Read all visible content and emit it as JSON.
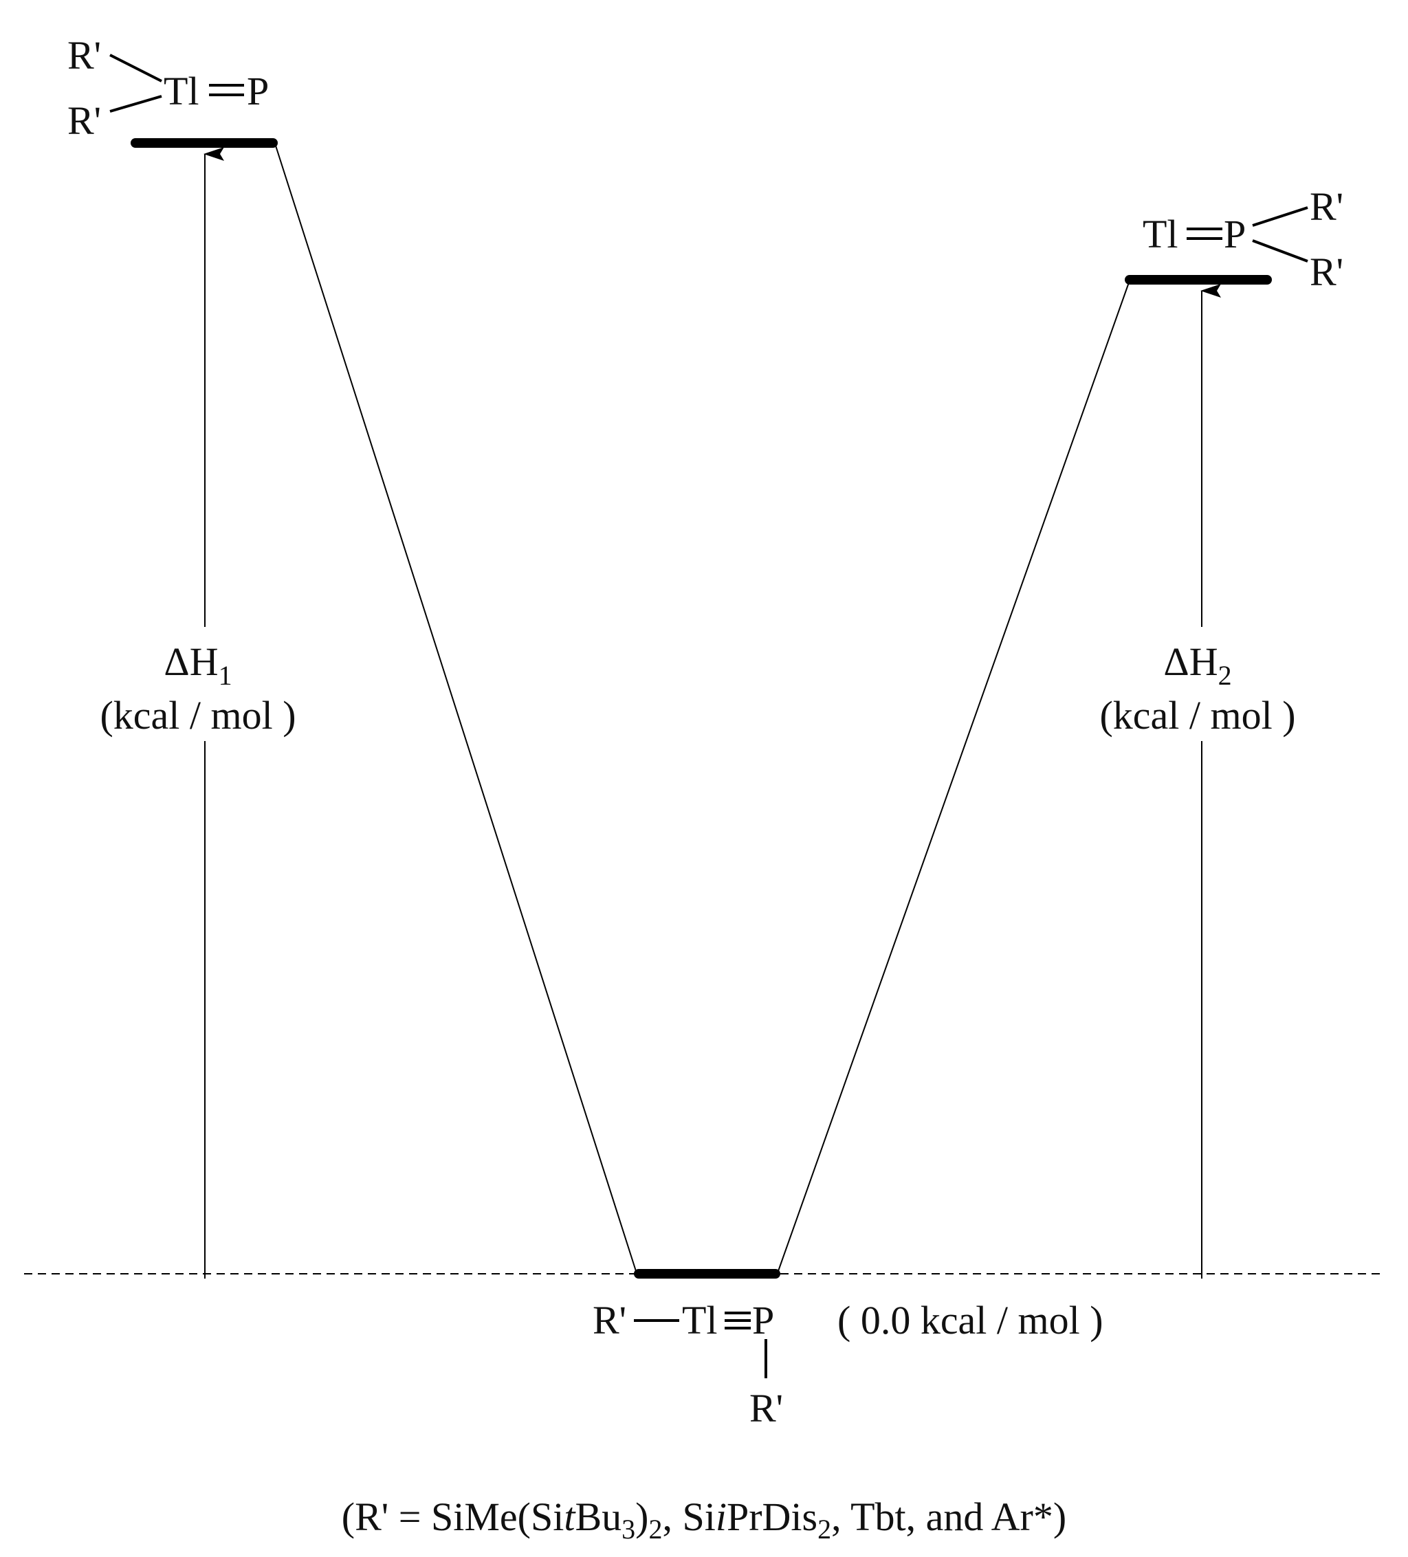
{
  "states": {
    "left": {
      "substituent_1": "R'",
      "substituent_2": "R'",
      "metal": "Tl",
      "pnictogen": "P"
    },
    "right": {
      "metal": "Tl",
      "pnictogen": "P",
      "substituent_1": "R'",
      "substituent_2": "R'"
    },
    "bottom": {
      "substituent_left": "R'",
      "metal": "Tl",
      "pnictogen": "P",
      "substituent_down": "R'",
      "energy_label": "( 0.0 kcal / mol )"
    }
  },
  "arrows": {
    "left": {
      "delta": "ΔH",
      "index": "1",
      "unit": "(kcal / mol )"
    },
    "right": {
      "delta": "ΔH",
      "index": "2",
      "unit": "(kcal / mol )"
    }
  },
  "footnote": {
    "p1": "(R' = SiMe(Si",
    "p2": "t",
    "p3": "Bu",
    "p4": "3",
    "p5": ")",
    "p6": "2",
    "p7": ", Si",
    "p8": "i",
    "p9": "PrDis",
    "p10": "2",
    "p11": ", Tbt, and Ar*)"
  }
}
